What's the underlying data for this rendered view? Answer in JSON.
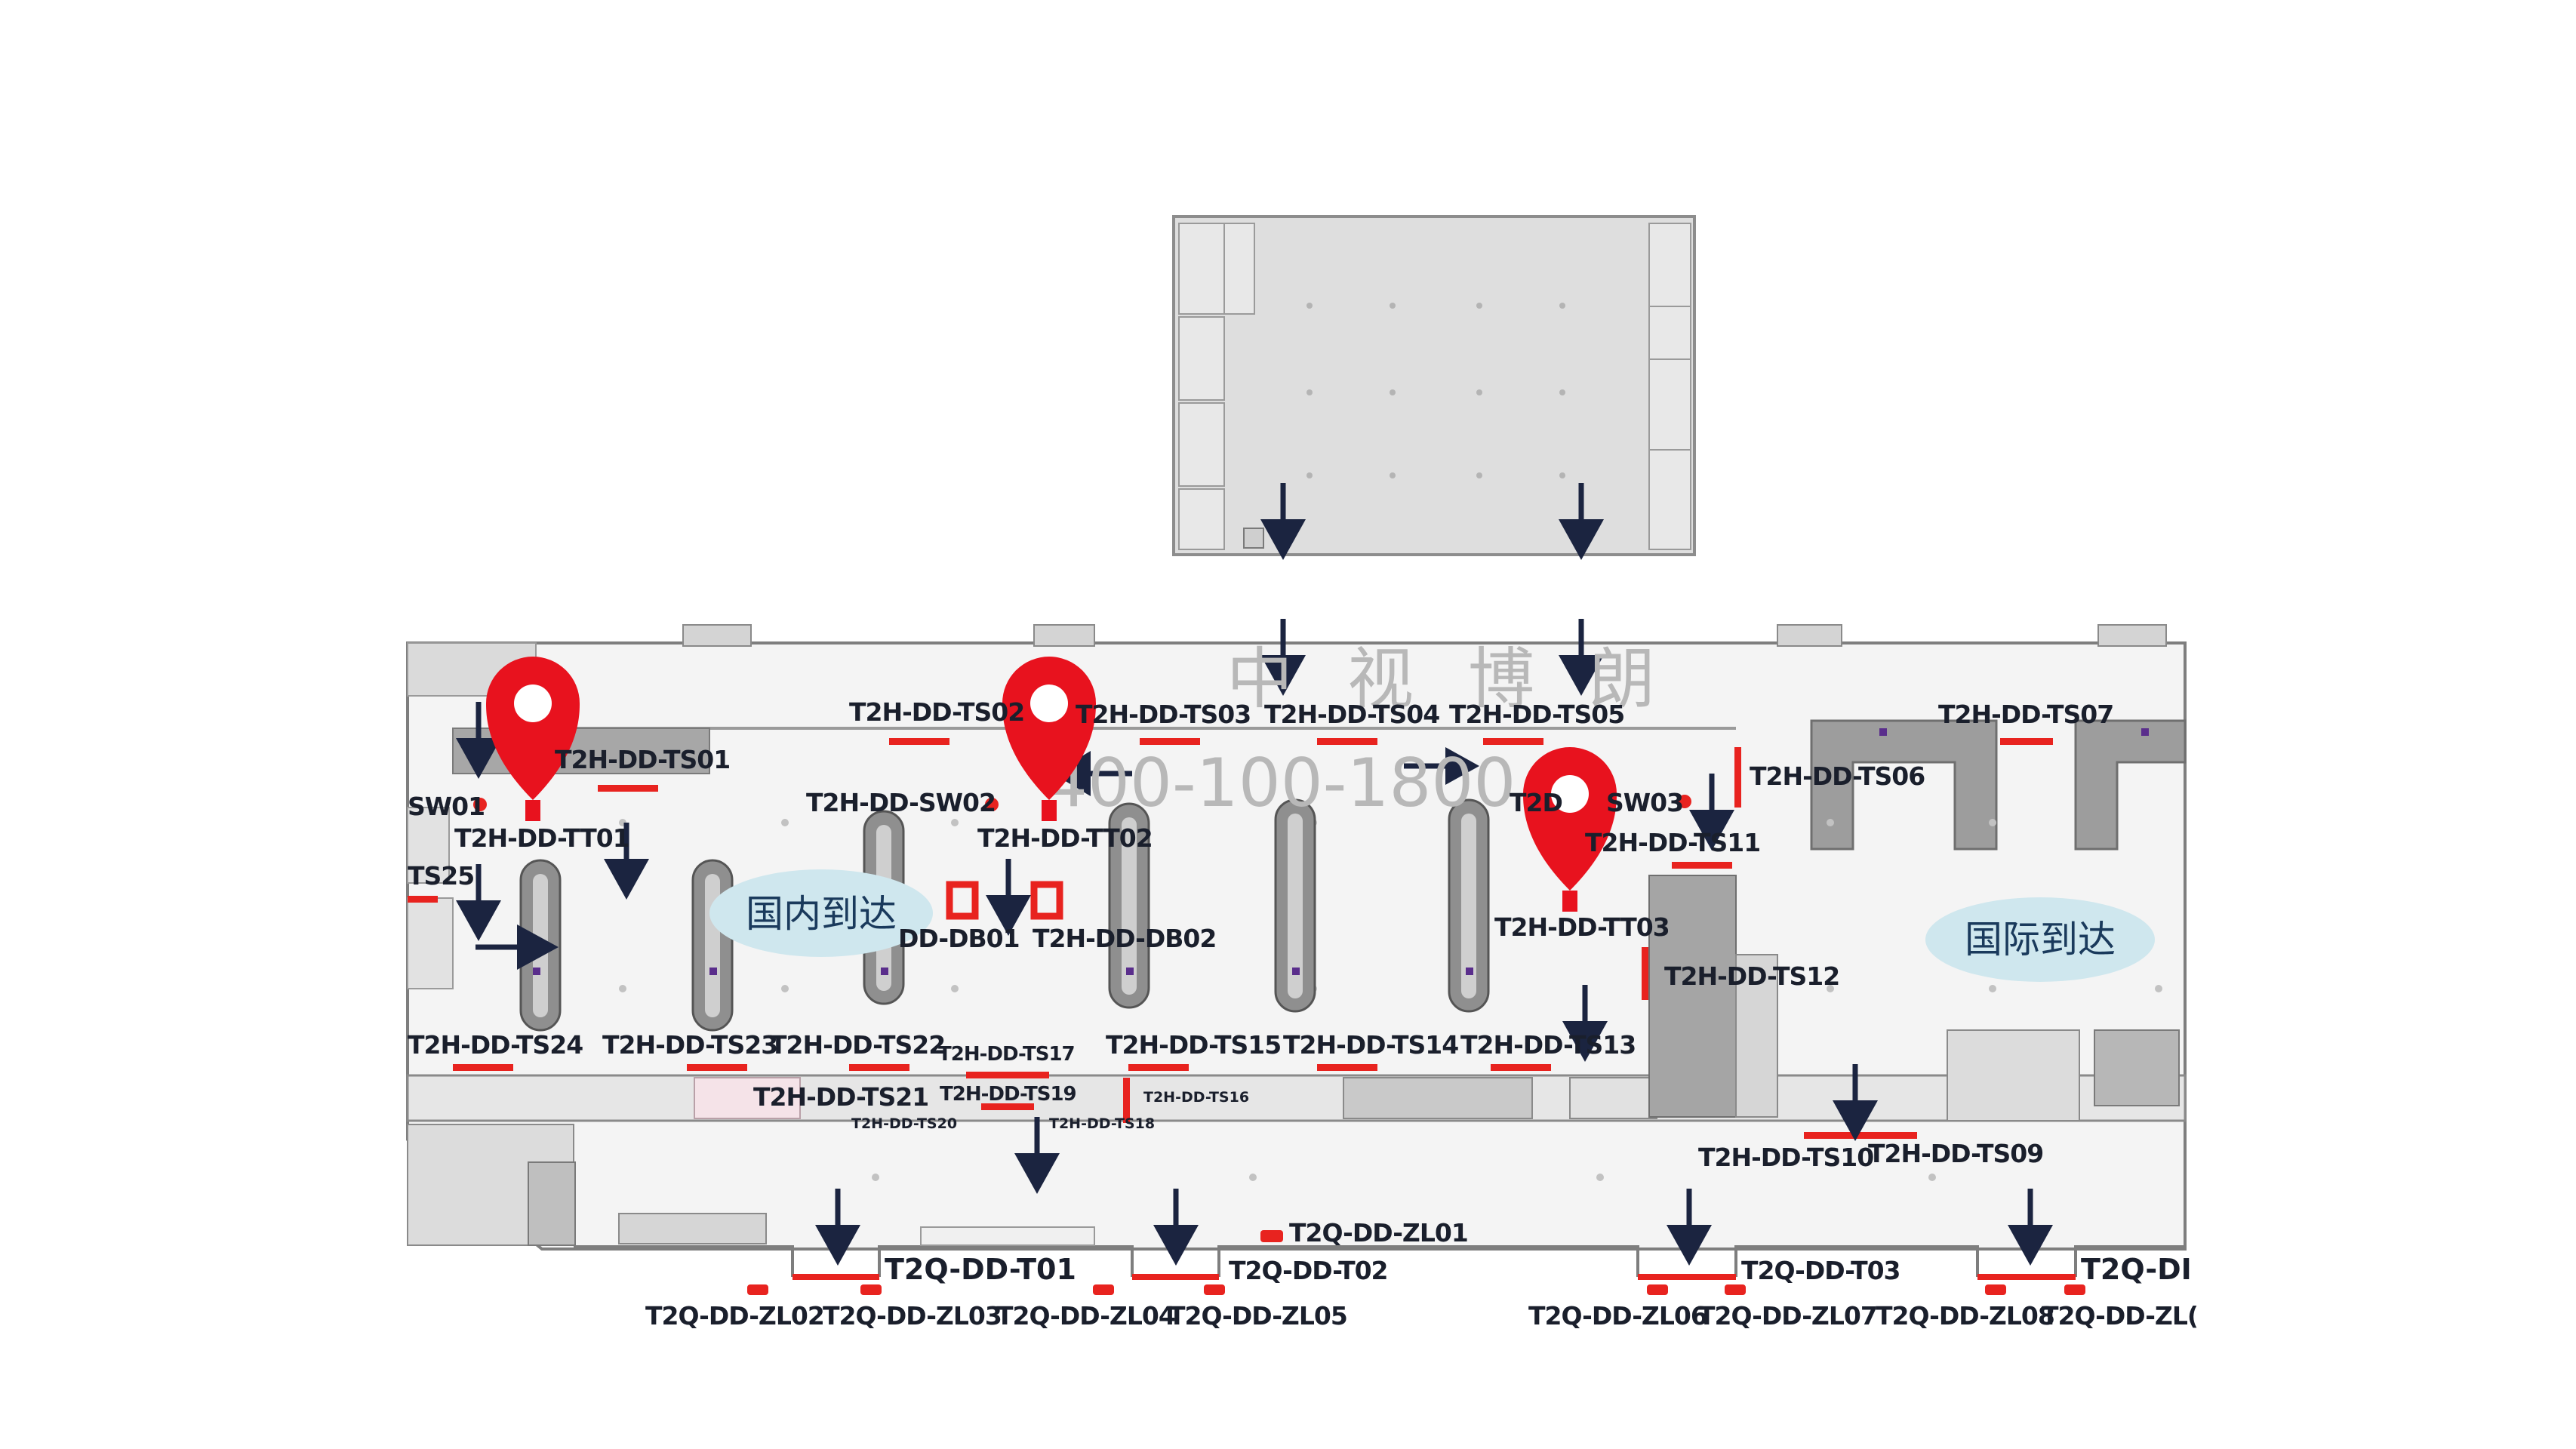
{
  "colors": {
    "pin": "#e8121e",
    "arrow": "#1b2440",
    "ad_bar": "#e8231f",
    "floor": "#f4f4f4",
    "room": "#dcdcdc",
    "zone_bubble": "#cfe7ee",
    "carousel": "#8f8f8f"
  },
  "watermark": {
    "name": "中 视 博 朗",
    "phone": "400-100-1800"
  },
  "zones": {
    "domestic": "国内到达",
    "international": "国际到达"
  },
  "labels": {
    "ts01": "T2H-DD-TS01",
    "ts02": "T2H-DD-TS02",
    "ts03": "T2H-DD-TS03",
    "ts04": "T2H-DD-TS04",
    "ts05": "T2H-DD-TS05",
    "ts06": "T2H-DD-TS06",
    "ts07": "T2H-DD-TS07",
    "ts09": "T2H-DD-TS09",
    "ts10": "T2H-DD-TS10",
    "ts11": "T2H-DD-TS11",
    "ts12": "T2H-DD-TS12",
    "ts13": "T2H-DD-TS13",
    "ts14": "T2H-DD-TS14",
    "ts15": "T2H-DD-TS15",
    "ts16": "T2H-DD-TS16",
    "ts17": "T2H-DD-TS17",
    "ts18": "T2H-DD-TS18",
    "ts19": "T2H-DD-TS19",
    "ts20": "T2H-DD-TS20",
    "ts21": "T2H-DD-TS21",
    "ts22": "T2H-DD-TS22",
    "ts23": "T2H-DD-TS23",
    "ts24": "T2H-DD-TS24",
    "ts25": "TS25",
    "sw01": "SW01",
    "sw02": "T2H-DD-SW02",
    "sw03": "SW03",
    "tt01": "T2H-DD-TT01",
    "tt02": "T2H-DD-TT02",
    "tt03": "T2H-DD-TT03",
    "db01": "DD-DB01",
    "db02": "T2H-DD-DB02",
    "t2d": "T2D",
    "q_t01": "T2Q-DD-T01",
    "q_t02": "T2Q-DD-T02",
    "q_t03": "T2Q-DD-T03",
    "q_t04": "T2Q-DI",
    "zl01": "T2Q-DD-ZL01",
    "zl02": "T2Q-DD-ZL02",
    "zl03": "T2Q-DD-ZL03",
    "zl04": "T2Q-DD-ZL04",
    "zl05": "T2Q-DD-ZL05",
    "zl06": "T2Q-DD-ZL06",
    "zl07": "T2Q-DD-ZL07",
    "zl08": "T2Q-DD-ZL08",
    "zl09": "T2Q-DD-ZL("
  },
  "icons": {
    "pin": "location-pin-icon",
    "arrow": "flow-arrow-icon",
    "carousel": "baggage-carousel-icon",
    "ad": "ad-placement-marker-icon"
  }
}
